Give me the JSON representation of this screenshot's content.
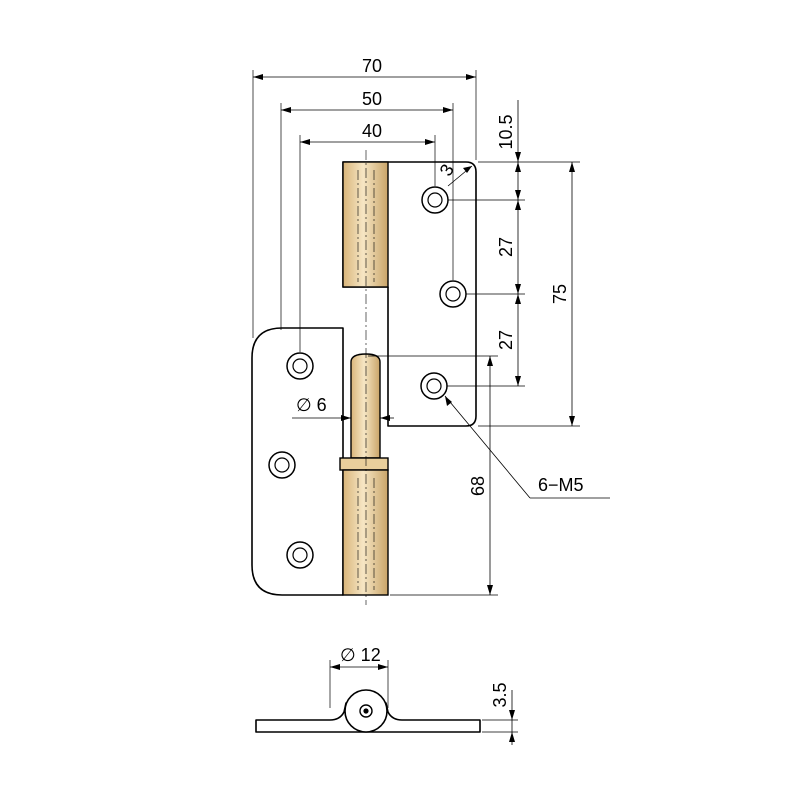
{
  "dimensions": {
    "overall_width": "70",
    "width_50": "50",
    "width_40": "40",
    "top_offset": "10.5",
    "hole_pitch_1": "27",
    "hole_pitch_2": "27",
    "upper_leaf_height": "75",
    "lower_leaf_height": "68",
    "corner_radius": "3",
    "pin_diameter": "∅ 6",
    "screw_holes": "6−M5",
    "barrel_diameter": "∅ 12",
    "leaf_thickness": "3.5"
  }
}
